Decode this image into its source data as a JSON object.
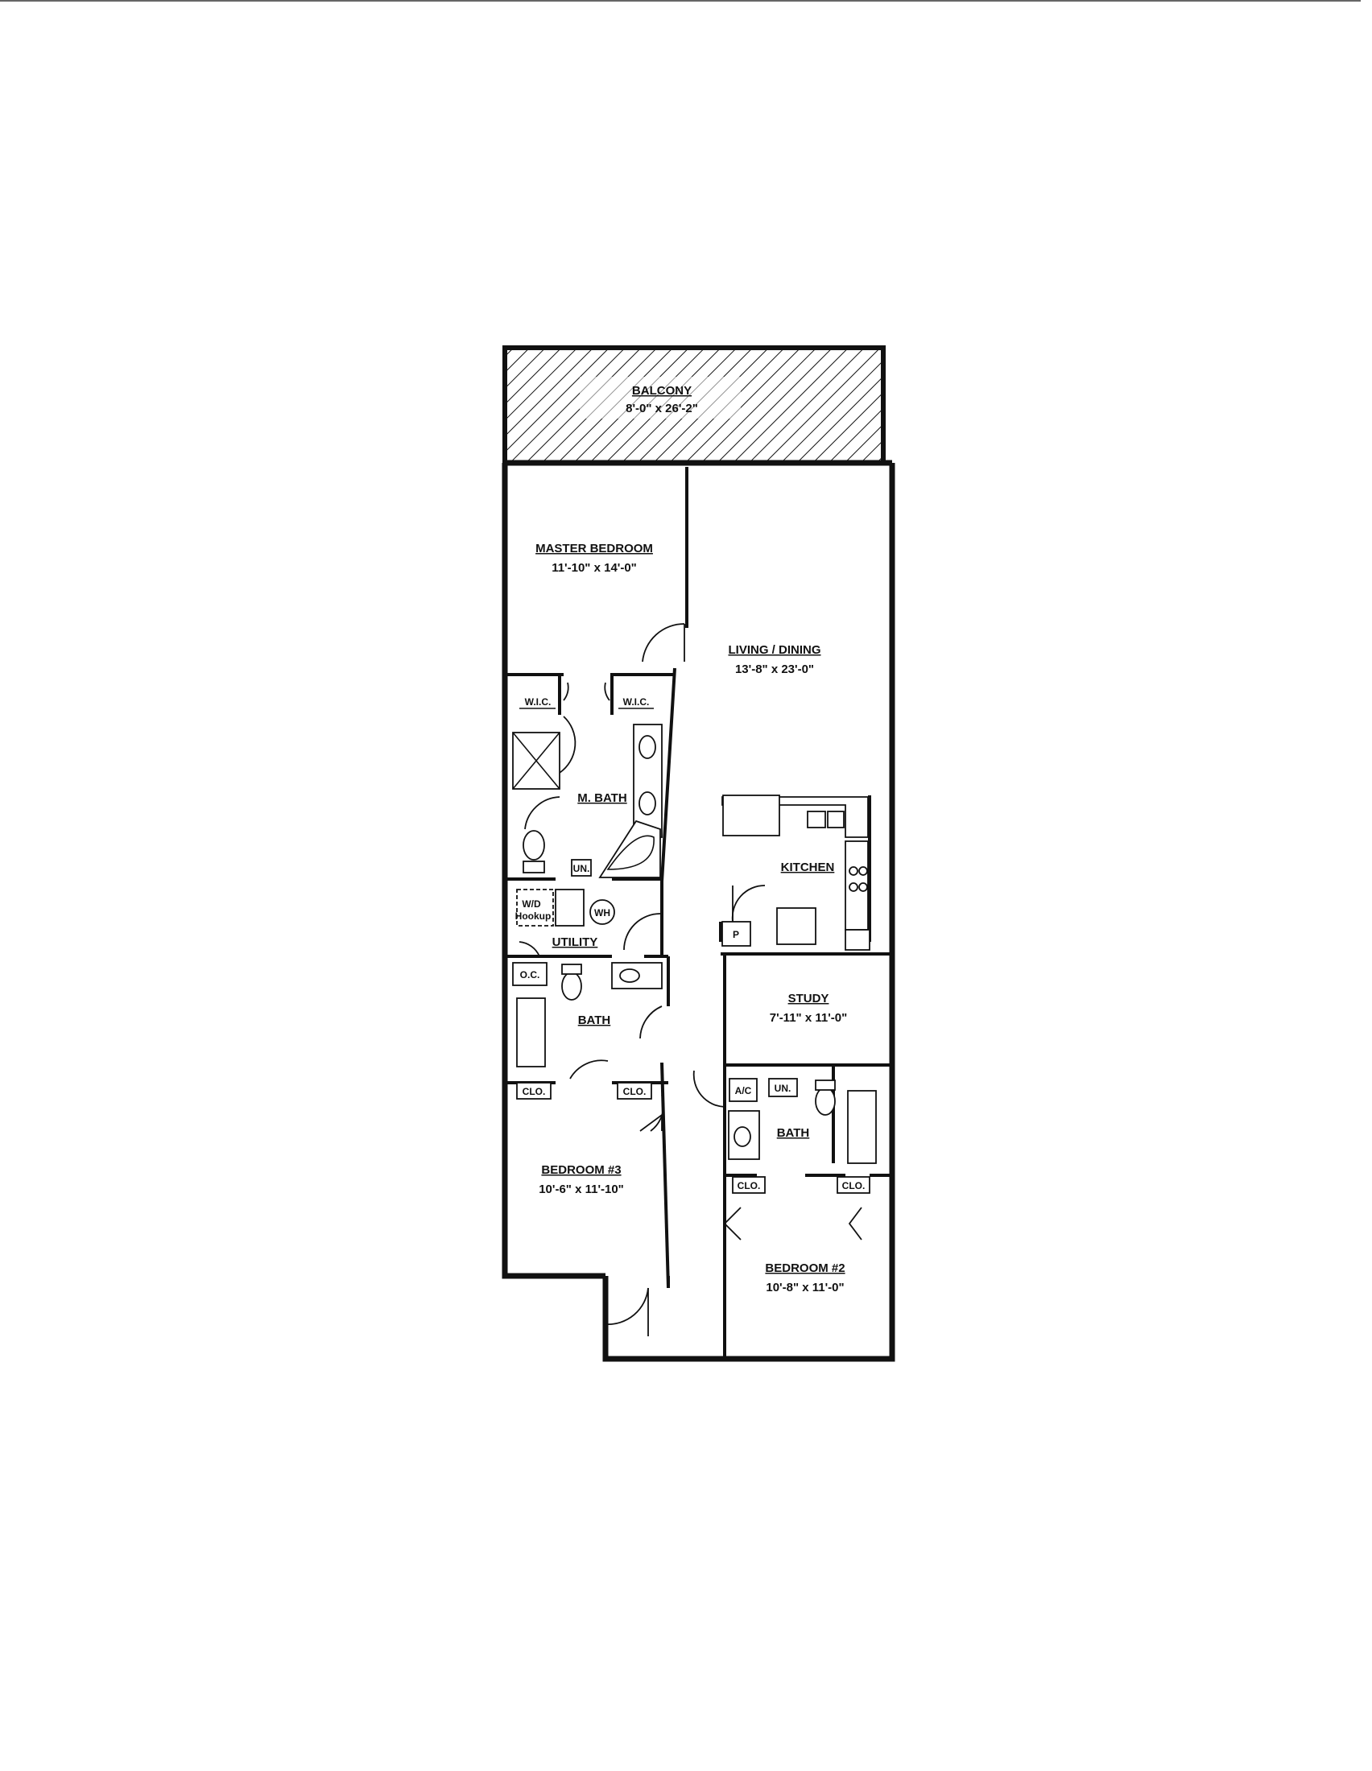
{
  "rooms": {
    "balcony": {
      "label": "BALCONY",
      "dims": "8'-0\" x 26'-2\""
    },
    "master": {
      "label": "MASTER BEDROOM",
      "dims": "11'-10\" x 14'-0\""
    },
    "living": {
      "label": "LIVING / DINING",
      "dims": "13'-8\" x 23'-0\""
    },
    "mbath": {
      "label": "M. BATH"
    },
    "kitchen": {
      "label": "KITCHEN"
    },
    "utility": {
      "label": "UTILITY"
    },
    "bath1": {
      "label": "BATH"
    },
    "study": {
      "label": "STUDY",
      "dims": "7'-11\" x 11'-0\""
    },
    "bath2": {
      "label": "BATH"
    },
    "bedroom3": {
      "label": "BEDROOM #3",
      "dims": "10'-6\" x 11'-10\""
    },
    "bedroom2": {
      "label": "BEDROOM #2",
      "dims": "10'-8\" x 11'-0\""
    }
  },
  "tags": {
    "wic_left": "W.I.C.",
    "wic_right": "W.I.C.",
    "un_mbath": "UN.",
    "wh": "WH",
    "wd_hookup_1": "W/D",
    "wd_hookup_2": "Hookup",
    "oc": "O.C.",
    "clo_a": "CLO.",
    "clo_b": "CLO.",
    "clo_c": "CLO.",
    "clo_d": "CLO.",
    "pantry": "P",
    "ac": "A/C",
    "un_bath2": "UN."
  }
}
